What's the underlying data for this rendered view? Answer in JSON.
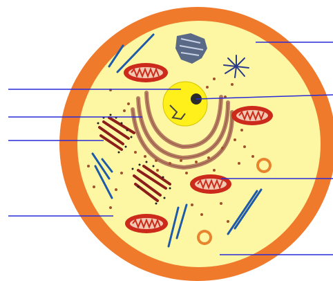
{
  "diagram": {
    "subject": "animal-cell",
    "labels": [
      "",
      "",
      "",
      "",
      "",
      "",
      "",
      "",
      ""
    ],
    "colors": {
      "membrane": "#f07a2c",
      "cytoplasm": "#fdf7a4",
      "nucleus": "#ffef1a",
      "nucleolus": "#2b2b2b",
      "golgi": "#b77d62",
      "mitochondria_outer": "#cc2a1a",
      "mitochondria_inner": "#f1c9b2",
      "rough_er": "#8b1d1a",
      "ribosome": "#a0522d",
      "microtubule": "#1e5aa8",
      "vacuole": "#e8832e",
      "label_line": "#2a2ad8"
    },
    "parts": [
      "cell-membrane",
      "cytoplasm",
      "nucleus",
      "nucleolus",
      "golgi-apparatus",
      "mitochondrion",
      "rough-endoplasmic-reticulum",
      "ribosome",
      "centrosome",
      "lysosome",
      "vacuole",
      "microtubule"
    ]
  }
}
